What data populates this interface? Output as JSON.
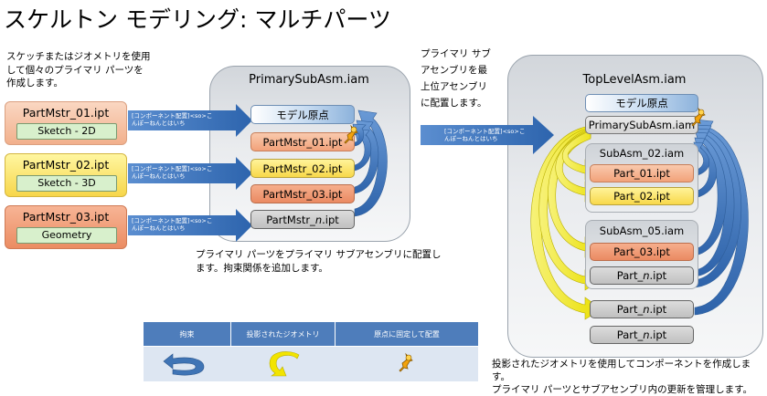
{
  "title": "スケルトン モデリング: マルチパーツ",
  "notes": {
    "left_top": [
      "スケッチまたはジオメトリを使用",
      "して個々のプライマリ パーツを",
      "作成します。"
    ],
    "middle_top": [
      "プライマリ サブ",
      "アセンブリを最",
      "上位アセンブリ",
      "に配置します。"
    ],
    "bottom_center": [
      "プライマリ パーツをプライマリ サブアセンブリに配置し",
      "ます。拘束関係を追加します。"
    ],
    "bottom_right": [
      "投影されたジオメトリを使用してコンポーネントを作成します。",
      "プライマリ パーツとサブアセンブリ内の更新を管理します。"
    ]
  },
  "left_parts": [
    {
      "name": "PartMstr_01.ipt",
      "sub": "Sketch - 2D"
    },
    {
      "name": "PartMstr_02.ipt",
      "sub": "Sketch - 3D"
    },
    {
      "name": "PartMstr_03.ipt",
      "sub": "Geometry"
    }
  ],
  "arrow_text": [
    "[コンポーネント配置]<so>こ",
    "んぽーねんとはいち"
  ],
  "primary": {
    "title": "PrimarySubAsm.iam",
    "origin": "モデル原点",
    "items": [
      "PartMstr_01.ipt",
      "PartMstr_02.ipt",
      "PartMstr_03.ipt"
    ],
    "last_item_prefix": "PartMstr_",
    "last_item_var": "n",
    "last_item_suffix": ".ipt"
  },
  "top": {
    "title": "TopLevelAsm.iam",
    "origin": "モデル原点",
    "primary_ref": "PrimarySubAsm.iam",
    "subasm1": {
      "title": "SubAsm_02.iam",
      "items": [
        "Part_01.ipt",
        "Part_02.ipt"
      ]
    },
    "subasm2": {
      "title": "SubAsm_05.iam",
      "item": "Part_03.ipt"
    },
    "n_prefix": "Part_",
    "n_var": "n",
    "n_suffix": ".ipt"
  },
  "legend": {
    "headers": [
      "拘束",
      "投影されたジオメトリ",
      "原点に固定して配置"
    ],
    "icons": [
      "blue-curved-arrow-icon",
      "yellow-curved-arrow-icon",
      "pushpin-icon"
    ]
  },
  "colors": {
    "blue_arrow": "#3f74b5",
    "yellow_arrow": "#f2e400",
    "legend_header": "#4e7dbb",
    "legend_body": "#dde6f2"
  }
}
